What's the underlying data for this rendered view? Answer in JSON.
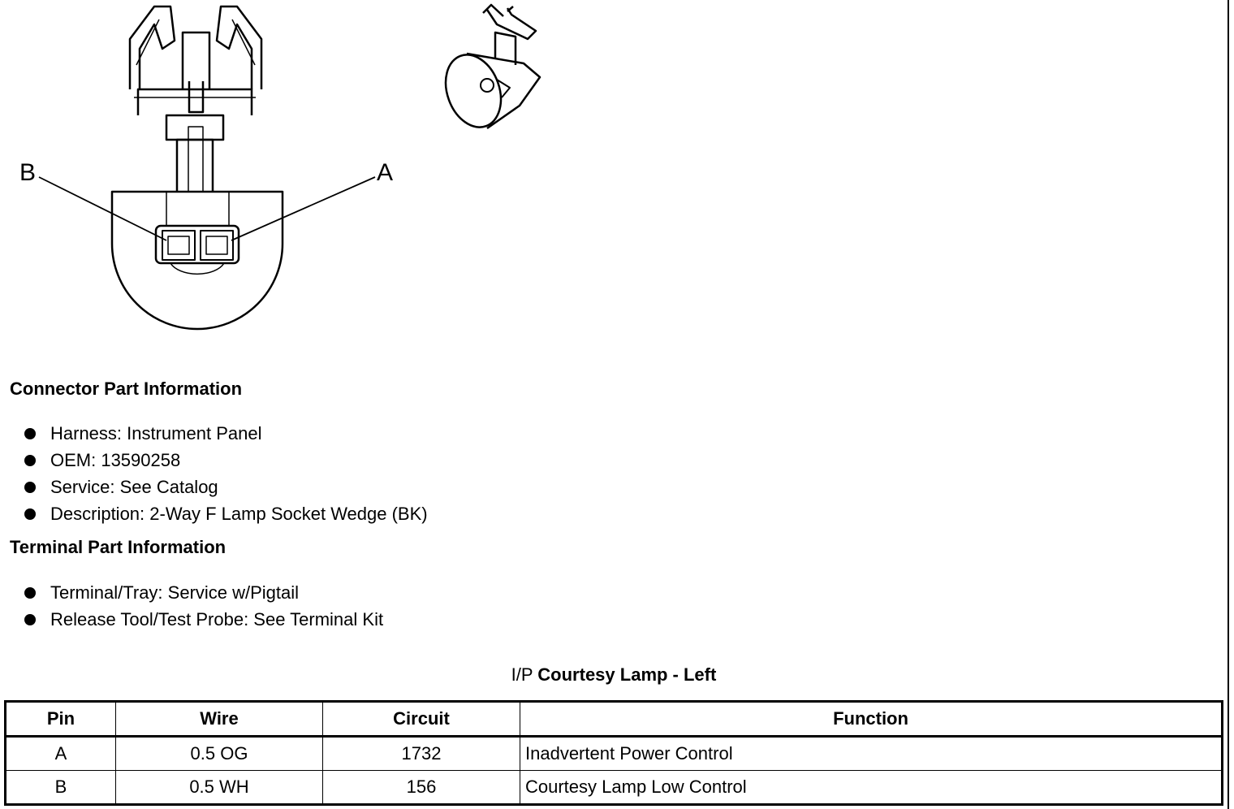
{
  "diagram": {
    "callout_b": "B",
    "callout_a": "A"
  },
  "connector_section": {
    "title": "Connector Part Information",
    "items": [
      "Harness: Instrument Panel",
      "OEM: 13590258",
      "Service: See Catalog",
      "Description: 2-Way F Lamp Socket Wedge (BK)"
    ]
  },
  "terminal_section": {
    "title": "Terminal Part Information",
    "items": [
      "Terminal/Tray: Service w/Pigtail",
      "Release Tool/Test Probe: See Terminal Kit"
    ]
  },
  "table": {
    "title_prefix": "I/P",
    "title_bold": "Courtesy Lamp - Left",
    "headers": [
      "Pin",
      "Wire",
      "Circuit",
      "Function"
    ],
    "rows": [
      [
        "A",
        "0.5 OG",
        "1732",
        "Inadvertent Power Control"
      ],
      [
        "B",
        "0.5 WH",
        "156",
        "Courtesy Lamp Low Control"
      ]
    ]
  }
}
